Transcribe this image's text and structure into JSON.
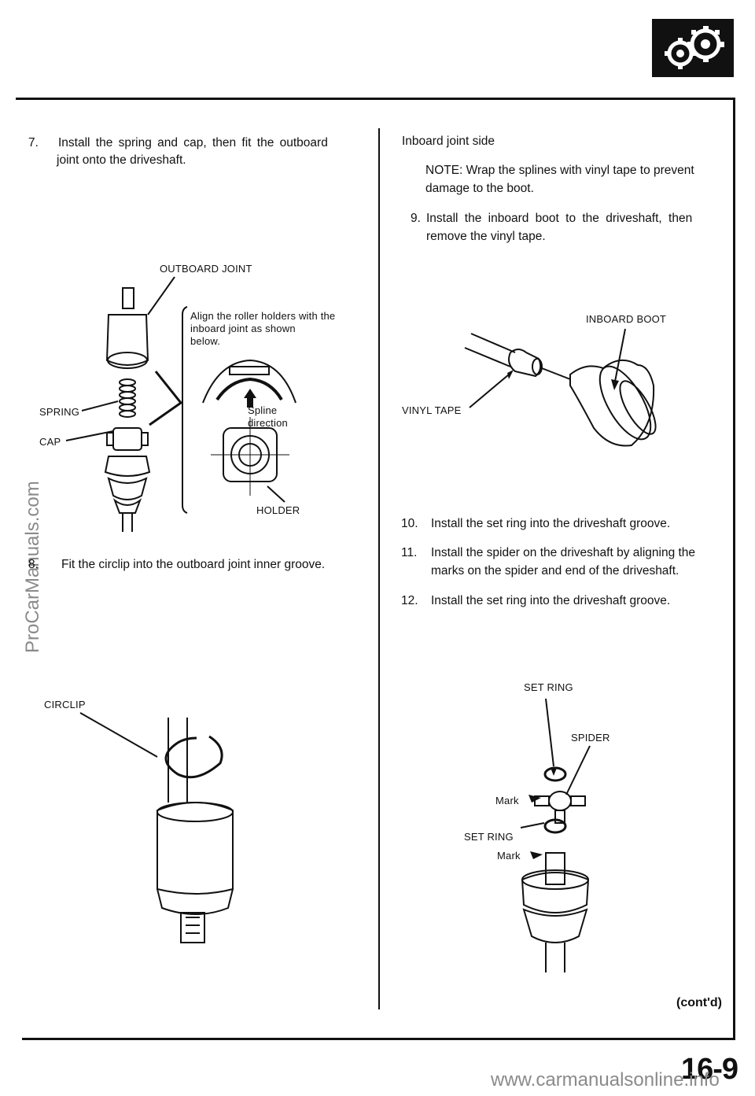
{
  "page_number": "16-9",
  "contd": "(cont'd)",
  "watermark_side": "ProCarManuals.com",
  "watermark_footer": "www.carmanualsonline.info",
  "left_column": {
    "step7": {
      "num": "7.",
      "line1": "Install the spring and cap, then fit the outboard",
      "line2": "joint onto the driveshaft."
    },
    "fig1": {
      "outboard_joint": "OUTBOARD JOINT",
      "note_line1": "Align the roller holders with the",
      "note_line2": "inboard joint as shown",
      "note_line3": "below.",
      "spring": "SPRING",
      "cap": "CAP",
      "spline1": "Spline",
      "spline2": "direction",
      "holder": "HOLDER"
    },
    "step8": {
      "num": "8.",
      "text": "Fit the circlip into the outboard joint inner groove."
    },
    "fig2": {
      "circlip": "CIRCLIP"
    }
  },
  "right_column": {
    "heading": "Inboard joint side",
    "note_line1": "NOTE:  Wrap the splines with vinyl tape to prevent",
    "note_line2": "damage to the boot.",
    "step9": {
      "num": "9.",
      "line1": "Install the inboard boot to the driveshaft, then",
      "line2": "remove the vinyl tape."
    },
    "fig3": {
      "inboard_boot": "INBOARD BOOT",
      "vinyl_tape": "VINYL TAPE"
    },
    "step10": {
      "num": "10.",
      "text": "Install the set ring into the driveshaft groove."
    },
    "step11": {
      "num": "11.",
      "line1": "Install the spider on the driveshaft by aligning the",
      "line2": "marks on the spider and end of the driveshaft."
    },
    "step12": {
      "num": "12.",
      "text": "Install the set ring into the driveshaft groove."
    },
    "fig4": {
      "set_ring_top": "SET RING",
      "spider": "SPIDER",
      "mark1": "Mark",
      "set_ring_bottom": "SET RING",
      "mark2": "Mark"
    }
  }
}
